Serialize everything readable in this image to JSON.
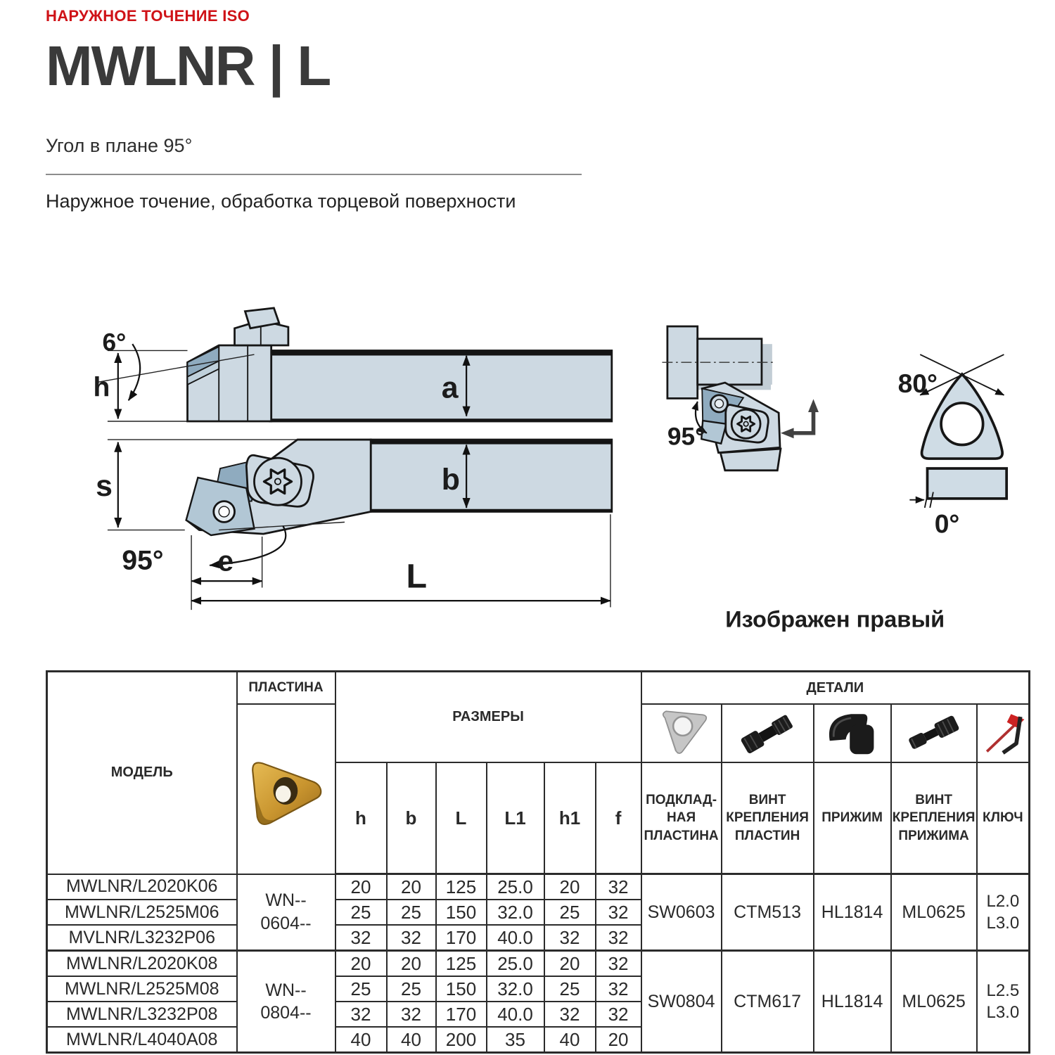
{
  "page": {
    "category_label": "НАРУЖНОЕ ТОЧЕНИЕ ISO",
    "title": "MWLNR | L",
    "subtitle": "Угол в плане 95°",
    "description": "Наружное точение, обработка торцевой поверхности"
  },
  "diagram_left": {
    "angle_back": "6°",
    "dim_h": "h",
    "dim_a": "a",
    "dim_s": "s",
    "dim_b": "b",
    "angle_main": "95°",
    "dim_e": "e",
    "dim_L": "L"
  },
  "diagram_right": {
    "angle_main": "95°",
    "insert_angle": "80°",
    "clearance_angle": "0°",
    "caption": "Изображен правый"
  },
  "table": {
    "headers": {
      "model": "МОДЕЛЬ",
      "insert": "ПЛАСТИНА",
      "dimensions": "РАЗМЕРЫ",
      "details": "ДЕТАЛИ",
      "dim_cols": [
        "h",
        "b",
        "L",
        "L1",
        "h1",
        "f"
      ],
      "detail_cols": [
        "ПОДКЛАД-\nНАЯ\nПЛАСТИНА",
        "ВИНТ\nКРЕПЛЕНИЯ\nПЛАСТИН",
        "ПРИЖИМ",
        "ВИНТ\nКРЕПЛЕНИЯ\nПРИЖИМА",
        "КЛЮЧ"
      ]
    },
    "icons": {
      "insert_photo": "gold-insert-photo",
      "shim_photo": "shim-plate-photo",
      "insert_screw_photo": "insert-screw-photo",
      "clamp_photo": "clamp-photo",
      "clamp_screw_photo": "clamp-screw-photo",
      "key_photo": "hex-key-photo"
    },
    "groups": [
      {
        "insert": "WN--\n0604--",
        "shim": "SW0603",
        "insert_screw": "CTM513",
        "clamp": "HL1814",
        "clamp_screw": "ML0625",
        "key": "L2.0\nL3.0"
      },
      {
        "insert": "WN--\n0804--",
        "shim": "SW0804",
        "insert_screw": "CTM617",
        "clamp": "HL1814",
        "clamp_screw": "ML0625",
        "key": "L2.5\nL3.0"
      }
    ],
    "rows": [
      {
        "model": "MWLNR/L2020K06",
        "h": "20",
        "b": "20",
        "L": "125",
        "L1": "25.0",
        "h1": "20",
        "f": "32"
      },
      {
        "model": "MWLNR/L2525M06",
        "h": "25",
        "b": "25",
        "L": "150",
        "L1": "32.0",
        "h1": "25",
        "f": "32"
      },
      {
        "model": "MVLNR/L3232P06",
        "h": "32",
        "b": "32",
        "L": "170",
        "L1": "40.0",
        "h1": "32",
        "f": "32"
      },
      {
        "model": "MWLNR/L2020K08",
        "h": "20",
        "b": "20",
        "L": "125",
        "L1": "25.0",
        "h1": "20",
        "f": "32"
      },
      {
        "model": "MWLNR/L2525M08",
        "h": "25",
        "b": "25",
        "L": "150",
        "L1": "32.0",
        "h1": "25",
        "f": "32"
      },
      {
        "model": "MWLNR/L3232P08",
        "h": "32",
        "b": "32",
        "L": "170",
        "L1": "40.0",
        "h1": "32",
        "f": "32"
      },
      {
        "model": "MWLNR/L4040A08",
        "h": "40",
        "b": "40",
        "L": "200",
        "L1": "35",
        "h1": "40",
        "f": "20"
      }
    ]
  },
  "colors": {
    "accent_red": "#cf1217",
    "diagram_body": "#cdd9e2",
    "diagram_insert": "#b2c7d5",
    "diagram_facet": "#8fabbf",
    "gold_insert": "#c9952f",
    "table_border": "#2b2b2b"
  }
}
